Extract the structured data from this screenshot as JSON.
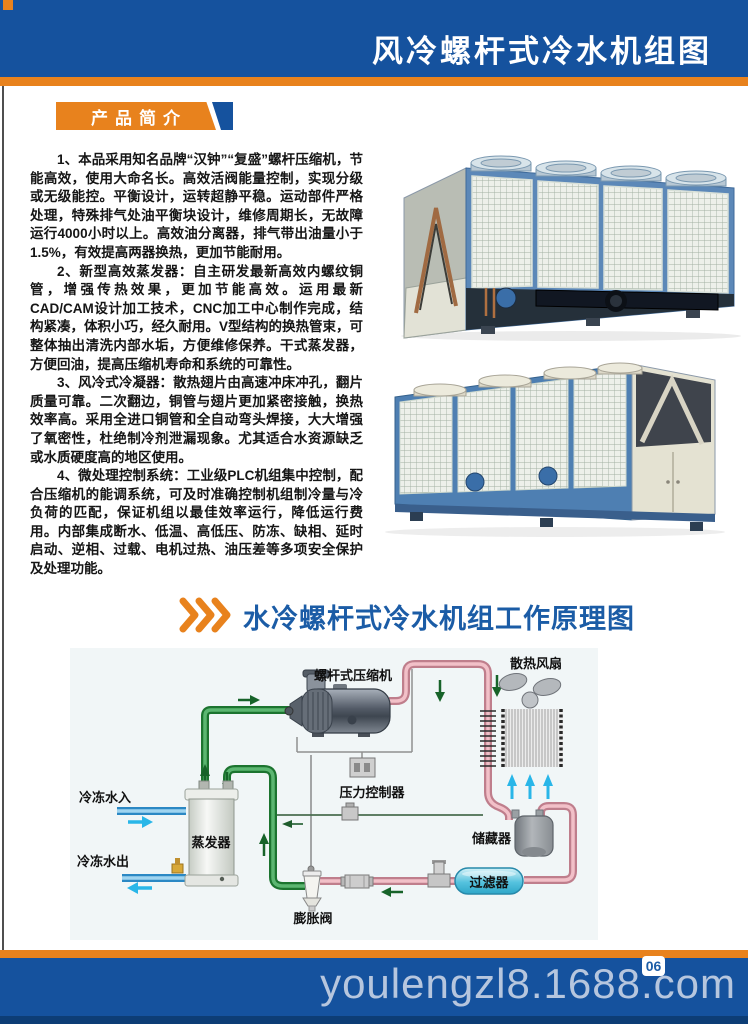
{
  "header": {
    "title": "风冷螺杆式冷水机组图"
  },
  "intro": {
    "badge": "产品简介",
    "paragraphs": [
      "1、本品采用知名品牌“汉钟”“复盛”螺杆压缩机，节能高效，使用大命名长。高效活阀能量控制，实现分级或无级能控。平衡设计，运转超静平稳。运动部件严格处理，特殊排气处油平衡块设计，维修周期长，无故障运行4000小时以上。高效油分离器，排气带出油量小于1.5%，有效提高两器换热，更加节能耐用。",
      "2、新型高效蒸发器：自主研发最新高效内螺纹铜管，增强传热效果，更加节能高效。运用最新CAD/CAM设计加工技术，CNC加工中心制作完成，结构紧凑，体积小巧，经久耐用。V型结构的换热管束，可整体抽出清洗内部水垢，方便维修保养。干式蒸发器，方便回油，提高压缩机寿命和系统的可靠性。",
      "3、风冷式冷凝器：散热翅片由高速冲床冲孔，翻片质量可靠。二次翻边，铜管与翅片更加紧密接触，换热效率高。采用全进口铜管和全自动弯头焊接，大大增强了氧密性，杜绝制冷剂泄漏现象。尤其适合水资源缺乏或水质硬度高的地区使用。",
      "4、微处理控制系统：工业级PLC机组集中控制，配合压缩机的能调系统，可及时准确控制机组制冷量与冷负荷的匹配，保证机组以最佳效率运行，降低运行费用。内部集成断水、低温、高低压、防冻、缺相、延时启动、逆相、过载、电机过热、油压差等多项安全保护及处理功能。"
    ]
  },
  "principle": {
    "title": "水冷螺杆式冷水机组工作原理图",
    "diagram_labels": {
      "compressor": "螺杆式压缩机",
      "fan": "散热风扇",
      "pressure_controller": "压力控制器",
      "chilled_water_in": "冷冻水入",
      "evaporator": "蒸发器",
      "chilled_water_out": "冷冻水出",
      "expansion_valve": "膨胀阀",
      "filter": "过滤器",
      "receiver": "储藏器"
    }
  },
  "footer": {
    "url": "youlengzl8.1688.com",
    "page_number": "06"
  },
  "colors": {
    "header_blue": "#15529e",
    "accent_orange": "#e8821d",
    "title_blue": "#1b5ca6",
    "pipe_green": "#1c742f",
    "pipe_pink": "#bf7e8c",
    "water_blue": "#2b88c4",
    "cyan_arrow": "#29b6e8",
    "footer_text": "#b6c6de"
  }
}
